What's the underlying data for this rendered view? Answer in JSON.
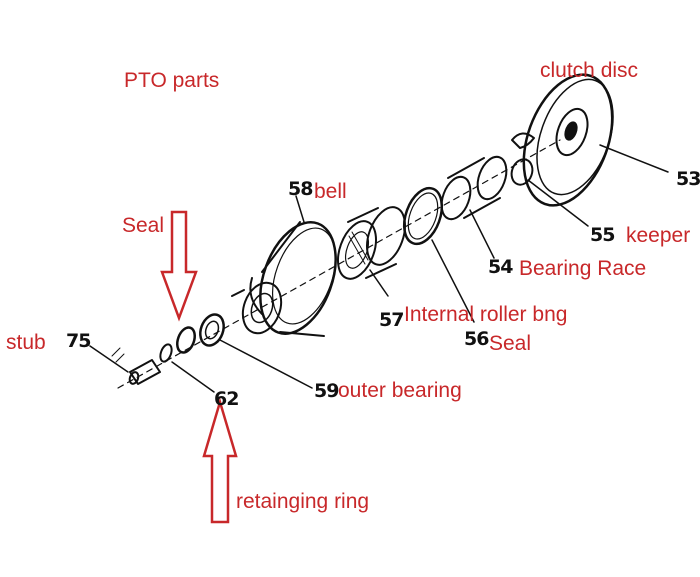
{
  "title": "PTO parts",
  "colors": {
    "annotation": "#c8282a",
    "drawing": "#111111",
    "background": "#ffffff"
  },
  "labels": {
    "clutch_disc": "clutch disc",
    "bell": "bell",
    "seal_left": "Seal",
    "keeper": "keeper",
    "bearing_race": "Bearing Race",
    "internal_roller": "Internal roller bng",
    "seal_right": "Seal",
    "stub": "stub",
    "outer_bearing": "outer bearing",
    "retaining_ring": "retainging ring"
  },
  "part_numbers": {
    "n53": "53",
    "n58": "58",
    "n55": "55",
    "n54": "54",
    "n57": "57",
    "n56": "56",
    "n75": "75",
    "n59": "59",
    "n62": "62"
  },
  "arrows": {
    "seal_arrow": "down",
    "retaining_ring_arrow": "up"
  }
}
